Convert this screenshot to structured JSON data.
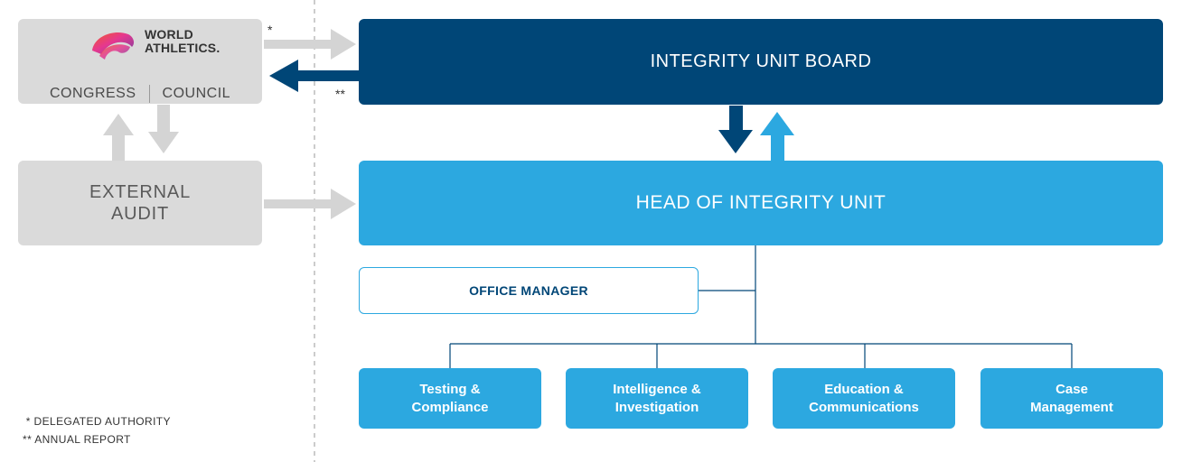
{
  "world_athletics": {
    "wordmark_line1": "WORLD",
    "wordmark_line2": "ATHLETICS.",
    "left_label": "CONGRESS",
    "right_label": "COUNCIL",
    "logo_icon": "world-athletics-logo"
  },
  "external_audit": {
    "line1": "EXTERNAL",
    "line2": "AUDIT"
  },
  "board": {
    "title": "INTEGRITY UNIT BOARD"
  },
  "head": {
    "title": "HEAD OF INTEGRITY UNIT"
  },
  "office_manager": {
    "title": "OFFICE MANAGER"
  },
  "departments": [
    {
      "line1": "Testing &",
      "line2": "Compliance"
    },
    {
      "line1": "Intelligence &",
      "line2": "Investigation"
    },
    {
      "line1": "Education &",
      "line2": "Communications"
    },
    {
      "line1": "Case",
      "line2": "Management"
    }
  ],
  "marks": {
    "single": "*",
    "double": "**"
  },
  "notes": {
    "delegated": " * DELEGATED AUTHORITY",
    "annual": "** ANNUAL REPORT"
  },
  "colors": {
    "navy": "#004677",
    "sky": "#2ca8e0",
    "grey": "#dadada",
    "grey_arrow": "#d4d4d4",
    "text_grey": "#5a5a5a"
  }
}
